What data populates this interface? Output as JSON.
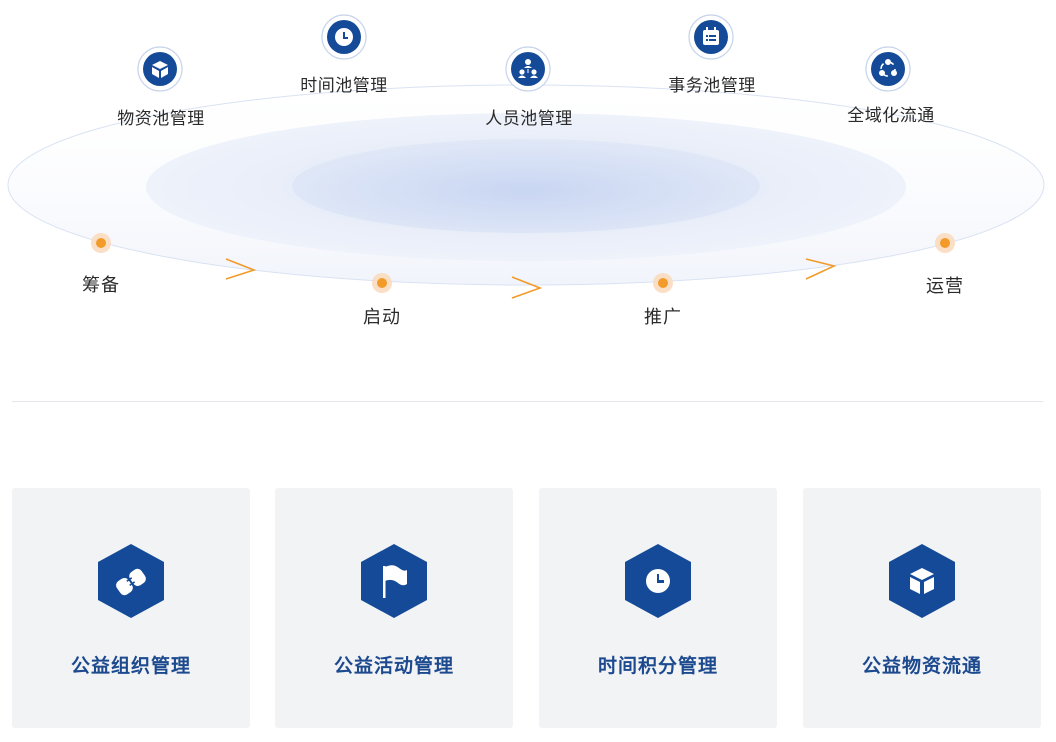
{
  "colors": {
    "primary": "#144a97",
    "accent_orange": "#f29b2a",
    "card_bg": "#f2f3f5",
    "card_title": "#1d4a8f"
  },
  "pools": [
    {
      "label": "物资池管理",
      "icon": "box-icon"
    },
    {
      "label": "时间池管理",
      "icon": "clock-icon"
    },
    {
      "label": "人员池管理",
      "icon": "people-network-icon"
    },
    {
      "label": "事务池管理",
      "icon": "calendar-list-icon"
    },
    {
      "label": "全域化流通",
      "icon": "circulation-icon"
    }
  ],
  "stages": [
    "筹备",
    "启动",
    "推广",
    "运营"
  ],
  "cards": [
    {
      "title": "公益组织管理",
      "icon": "handshake-icon"
    },
    {
      "title": "公益活动管理",
      "icon": "flag-icon"
    },
    {
      "title": "时间积分管理",
      "icon": "clock-icon"
    },
    {
      "title": "公益物资流通",
      "icon": "box-icon"
    }
  ]
}
